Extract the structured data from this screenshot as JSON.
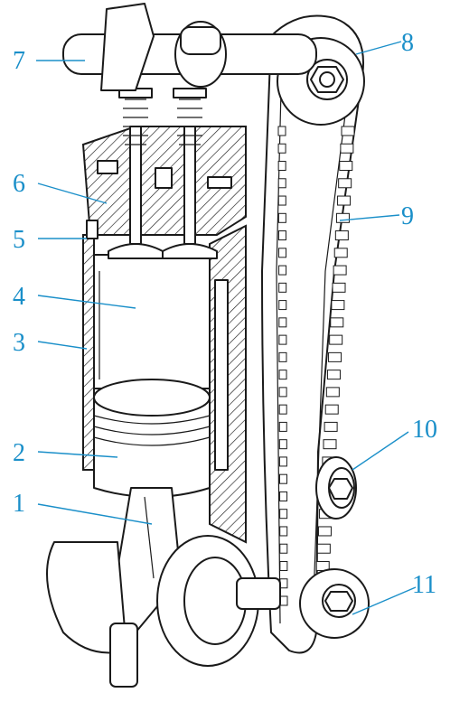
{
  "diagram": {
    "ink_color": "#1a1a1a",
    "label_color": "#1a8fc9",
    "labels": [
      {
        "id": "1",
        "text": "1"
      },
      {
        "id": "2",
        "text": "2"
      },
      {
        "id": "3",
        "text": "3"
      },
      {
        "id": "4",
        "text": "4"
      },
      {
        "id": "5",
        "text": "5"
      },
      {
        "id": "6",
        "text": "6"
      },
      {
        "id": "7",
        "text": "7"
      },
      {
        "id": "8",
        "text": "8"
      },
      {
        "id": "9",
        "text": "9"
      },
      {
        "id": "10",
        "text": "10"
      },
      {
        "id": "11",
        "text": "11"
      }
    ]
  }
}
